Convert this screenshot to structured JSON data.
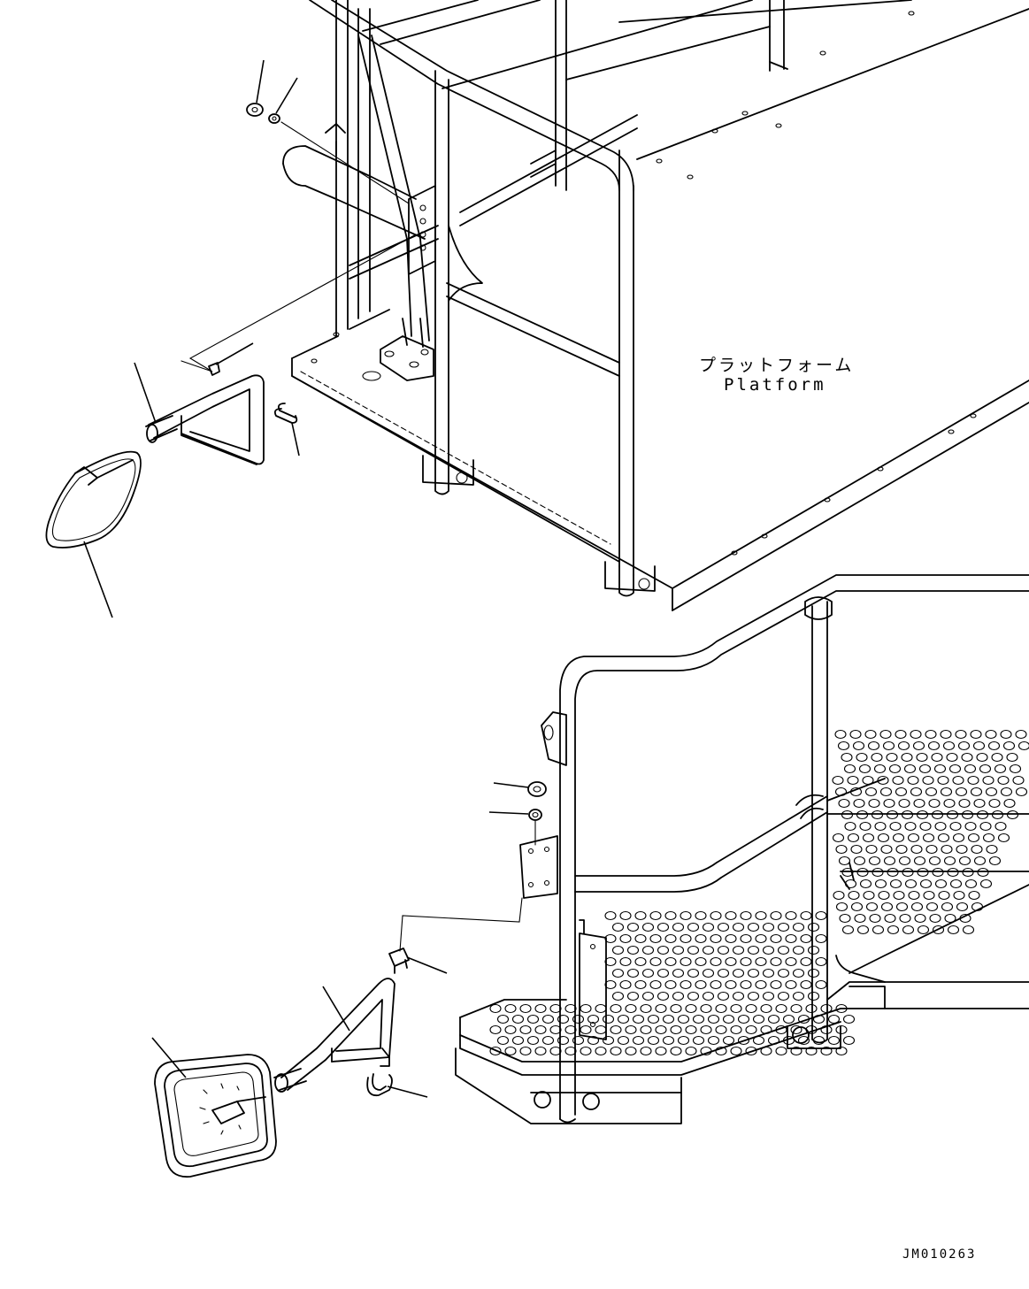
{
  "labels": {
    "platform_jp": "プラットフォーム",
    "platform_en": "Platform"
  },
  "drawing_code": "JM010263",
  "colors": {
    "line": "#000000",
    "background": "#ffffff"
  },
  "parts": {
    "upper_assembly": [
      "mirror",
      "mirror-stay",
      "clip",
      "u-bolt",
      "bolt",
      "washer"
    ],
    "lower_assembly": [
      "mirror",
      "mirror-stay",
      "clip",
      "u-bolt",
      "bolt",
      "washer"
    ]
  }
}
